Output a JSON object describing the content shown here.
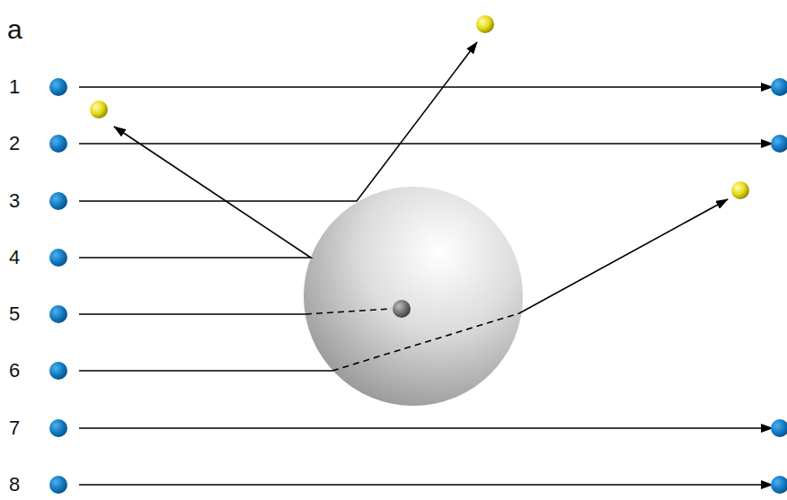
{
  "diagram": {
    "labels": [
      "a",
      "1",
      "2",
      "3",
      "4",
      "5",
      "6",
      "7",
      "8"
    ]
  }
}
